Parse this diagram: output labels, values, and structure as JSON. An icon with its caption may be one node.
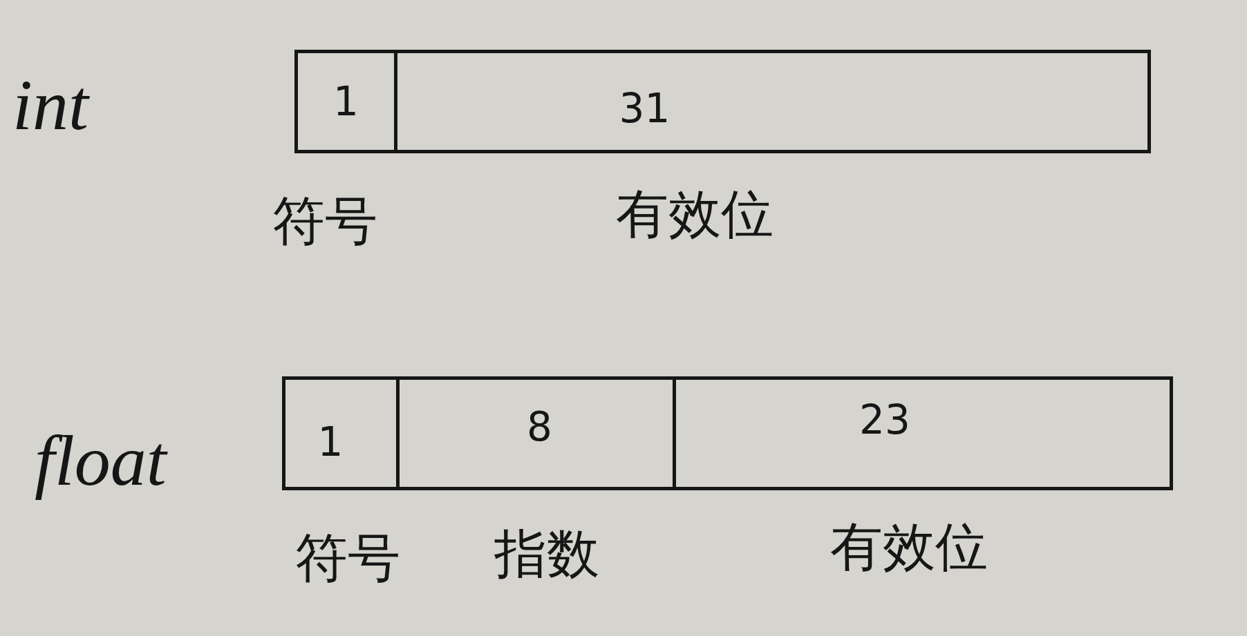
{
  "diagram": {
    "nodes": [
      {
        "text": [
          "1"
        ],
        "beside": [
          "符号"
        ]
      },
      {
        "text": [
          "31"
        ],
        "beside": [
          "有效位"
        ]
      },
      {
        "text": [
          "1"
        ],
        "beside": [
          "符号"
        ]
      },
      {
        "text": [
          "8"
        ],
        "beside": [
          "指数"
        ]
      },
      {
        "text": [
          "23"
        ],
        "beside": [
          "有效位"
        ]
      }
    ],
    "labels": [
      "int",
      "float"
    ]
  }
}
